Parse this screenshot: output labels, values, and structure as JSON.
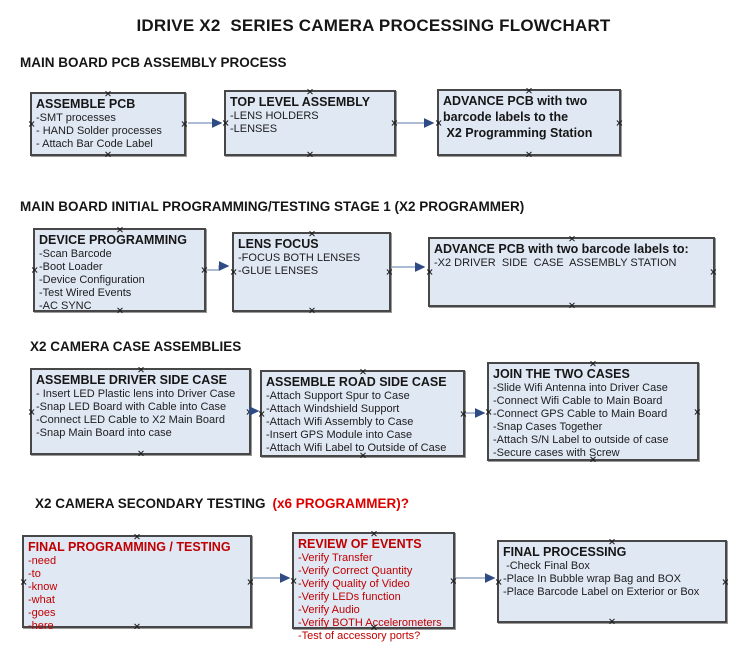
{
  "title": "IDRIVE X2  SERIES CAMERA PROCESSING FLOWCHART",
  "colors": {
    "box_fill": "#e0e8f4",
    "box_border": "#474747",
    "arrow_line": "#8fa5c5",
    "arrow_head": "#2e4b83",
    "text_red": "#c00000",
    "heading_red": "#dd0000"
  },
  "sections": [
    {
      "heading": "MAIN BOARD PCB ASSEMBLY PROCESS",
      "boxes": [
        {
          "title": "ASSEMBLE PCB",
          "items": [
            "-SMT processes",
            "- HAND Solder processes",
            "- Attach Bar Code Label"
          ]
        },
        {
          "title": "TOP LEVEL ASSEMBLY",
          "items": [
            "-LENS HOLDERS",
            "-LENSES"
          ]
        },
        {
          "title": "ADVANCE PCB with two\nbarcode labels to the\n X2 Programming Station",
          "items": []
        }
      ]
    },
    {
      "heading": "MAIN BOARD INITIAL PROGRAMMING/TESTING STAGE 1 (X2 PROGRAMMER)",
      "boxes": [
        {
          "title": "DEVICE PROGRAMMING",
          "items": [
            "-Scan Barcode",
            "-Boot Loader",
            "-Device Configuration",
            "-Test Wired Events",
            "-AC SYNC"
          ]
        },
        {
          "title": "LENS FOCUS",
          "items": [
            "-FOCUS BOTH LENSES",
            "-GLUE LENSES"
          ]
        },
        {
          "title": "ADVANCE PCB with two barcode labels to:",
          "items": [
            "-X2 DRIVER  SIDE  CASE  ASSEMBLY STATION"
          ]
        }
      ]
    },
    {
      "heading": "X2 CAMERA CASE ASSEMBLIES",
      "boxes": [
        {
          "title": "ASSEMBLE DRIVER SIDE CASE",
          "items": [
            "- Insert LED Plastic lens into Driver Case",
            "-Snap LED Board with Cable into Case",
            "-Connect LED Cable to X2 Main Board",
            "-Snap Main Board into case"
          ]
        },
        {
          "title": "ASSEMBLE ROAD SIDE CASE",
          "items": [
            "-Attach Support Spur to Case",
            "-Attach Windshield Support",
            "-Attach Wifi Assembly to Case",
            "-Insert GPS Module into Case",
            "-Attach Wifi Label to Outside of Case"
          ]
        },
        {
          "title": "JOIN THE TWO CASES",
          "items": [
            "-Slide Wifi Antenna into Driver Case",
            "-Connect Wifi Cable to Main Board",
            "-Connect GPS Cable to Main Board",
            "-Snap Cases Together",
            "-Attach S/N Label to outside of case",
            "-Secure cases with Screw"
          ]
        }
      ]
    },
    {
      "heading": "X2 CAMERA SECONDARY TESTING",
      "heading_red": "(x6 PROGRAMMER)?",
      "boxes": [
        {
          "title": "FINAL PROGRAMMING / TESTING",
          "items": [
            "-need",
            "-to",
            "-know",
            "-what",
            "-goes",
            "-here"
          ]
        },
        {
          "title": "REVIEW OF EVENTS",
          "items": [
            "-Verify Transfer",
            "-Verify Correct Quantity",
            "-Verify Quality of Video",
            "-Verify LEDs function",
            "-Verify Audio",
            "-Verify BOTH Accelerometers",
            "-Test of accessory ports?"
          ]
        },
        {
          "title": "FINAL PROCESSING",
          "items": [
            " -Check Final Box",
            "-Place In Bubble wrap Bag and BOX",
            "-Place Barcode Label on Exterior or Box"
          ]
        }
      ]
    }
  ]
}
